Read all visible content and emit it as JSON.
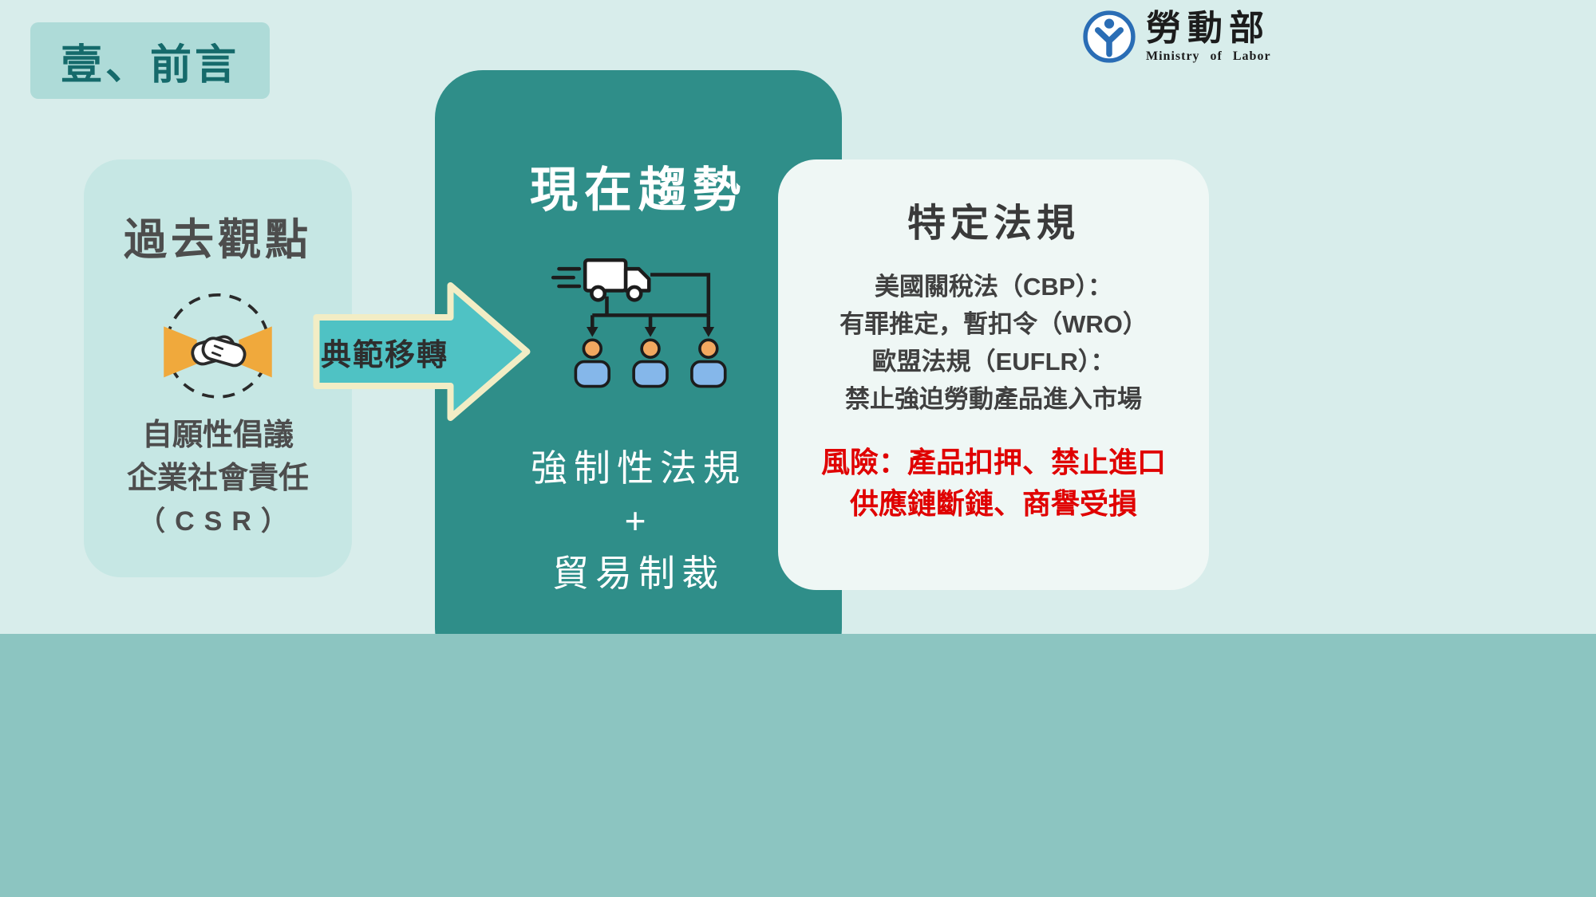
{
  "slide": {
    "section_title": "壹、前言"
  },
  "logo": {
    "org_name": "勞動部",
    "org_name_en": "Ministry of Labor"
  },
  "past_card": {
    "title": "過去觀點",
    "lines": [
      "自願性倡議",
      "企業社會責任",
      "（CSR）"
    ]
  },
  "transition_arrow": {
    "label": "典範移轉"
  },
  "trend_card": {
    "title": "現在趨勢",
    "lines": [
      "強制性法規",
      "+",
      "貿易制裁"
    ]
  },
  "regulation_card": {
    "title": "特定法規",
    "body_lines": [
      "美國關稅法（CBP）：",
      "有罪推定，暫扣令（WRO）",
      "歐盟法規（EUFLR）：",
      "禁止強迫勞動產品進入市場"
    ],
    "risk_lines": [
      "風險：產品扣押、禁止進口",
      "供應鏈斷鏈、商譽受損"
    ]
  },
  "icons": {
    "handshake": "handshake-icon",
    "supply_chain": "truck-distribution-icon",
    "ministry_logo": "ministry-of-labor-logo-icon"
  },
  "colors": {
    "background": "#d8edeb",
    "badge_bg": "#aedbd8",
    "badge_text": "#156a6b",
    "past_card_bg": "#c6e7e4",
    "trend_block_bg": "#2f8e89",
    "regulation_card_bg": "#eff7f5",
    "footer_band": "#8cc5c1",
    "arrow_fill": "#4fc2c4",
    "arrow_border": "#f2edc5",
    "risk_red": "#e00000",
    "logo_blue": "#2a6db5",
    "sleeve_orange": "#f0a93c",
    "person_head_orange": "#f2a860",
    "person_body_blue": "#85b7ea"
  }
}
